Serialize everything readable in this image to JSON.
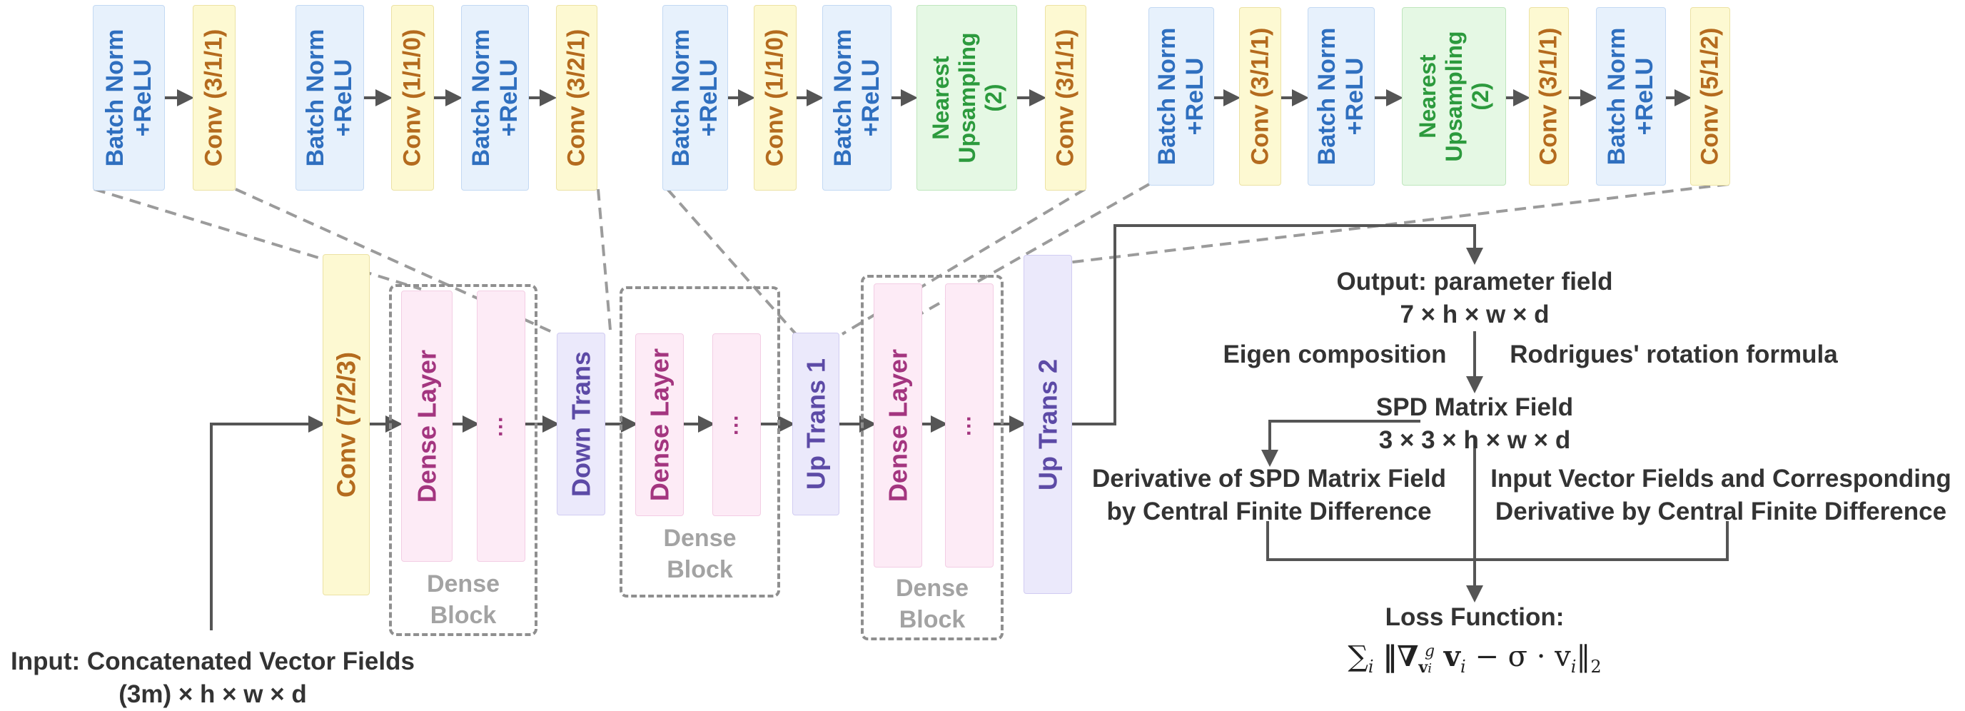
{
  "colors": {
    "batch_norm": "#2f6fbf",
    "conv": "#b46b1e",
    "upsampling": "#2c9a3d",
    "dense_layer": "#a3357f",
    "transition": "#5c4aa6",
    "dense_block_label": "#a3a3a3",
    "arrow": "#555555",
    "dashed": "#9b9b9b"
  },
  "top_sequences": {
    "seq1": {
      "bn1": "Batch Norm\n+ReLU",
      "conv1": "Conv (3/1/1)"
    },
    "seq2": {
      "bn1": "Batch Norm\n+ReLU",
      "conv1": "Conv (1/1/0)",
      "bn2": "Batch Norm\n+ReLU",
      "conv2": "Conv (3/2/1)"
    },
    "seq3": {
      "bn1": "Batch Norm\n+ReLU",
      "conv1": "Conv (1/1/0)",
      "bn2": "Batch Norm\n+ReLU",
      "ups": "Nearest\nUpsampling\n(2)",
      "conv2": "Conv (3/1/1)"
    },
    "seq4": {
      "bn1": "Batch Norm\n+ReLU",
      "conv1": "Conv (3/1/1)",
      "bn2": "Batch Norm\n+ReLU",
      "ups": "Nearest\nUpsampling\n(2)",
      "conv2": "Conv (3/1/1)",
      "bn3": "Batch Norm\n+ReLU",
      "conv3": "Conv (5/1/2)"
    }
  },
  "main_row": {
    "conv_in": "Conv (7/2/3)",
    "dense_layer": "Dense Layer",
    "ellipsis": "···",
    "down_trans": "Down Trans",
    "up_trans1": "Up Trans 1",
    "up_trans2": "Up Trans 2",
    "dense_block": "Dense\nBlock"
  },
  "input": {
    "line1": "Input: Concatenated Vector Fields",
    "line2": "(3m) × h × w × d"
  },
  "output": {
    "line1": "Output: parameter field",
    "line2": "7 × h × w × d"
  },
  "eigen": "Eigen composition",
  "rodrigues": "Rodrigues' rotation formula",
  "spd": {
    "line1": "SPD Matrix Field",
    "line2": "3 × 3 × h × w × d"
  },
  "derivative": {
    "line1": "Derivative of SPD Matrix Field",
    "line2": "by Central Finite Difference"
  },
  "input_vectors": {
    "line1": "Input Vector Fields and Corresponding",
    "line2": "Derivative by Central Finite Difference"
  },
  "loss": {
    "title": "Loss Function:",
    "formula_lead": "∑",
    "formula_idx": "i",
    "formula_body": "‖∇",
    "formula_sub": "v",
    "formula_sup": "g",
    "formula_rest": "v",
    "formula_minus": "− σ · v",
    "formula_end": "‖",
    "formula_norm": "2"
  }
}
